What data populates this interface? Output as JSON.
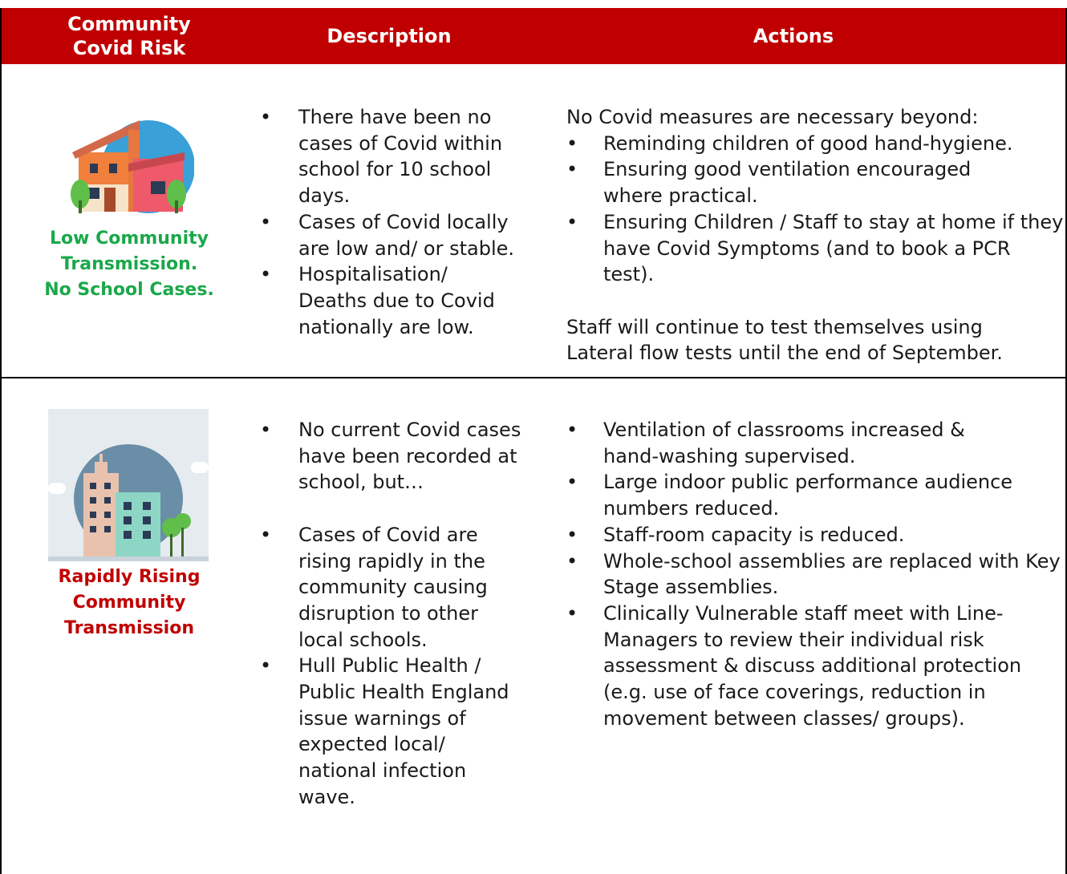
{
  "header": {
    "col1": "Community Covid Risk",
    "col2": "Description",
    "col3": "Actions"
  },
  "rows": [
    {
      "icon": "house-icon",
      "risk_label": [
        "Low Community",
        "Transmission.",
        "No School Cases."
      ],
      "risk_color": "#1aa84a",
      "description": [
        "There have been no cases of Covid within school for 10 school days.",
        "Cases of Covid locally are low and/ or stable.",
        "Hospitalisation/ Deaths due to Covid nationally are low."
      ],
      "actions_intro": "No Covid measures are necessary beyond:",
      "actions": [
        "Reminding children of good hand-hygiene.",
        "Ensuring good ventilation encouraged where practical.",
        "Ensuring Children / Staff to stay at home if they have Covid Symptoms (and to book a PCR test)."
      ],
      "actions_outro": "Staff will continue to test themselves using Lateral flow tests until the end of September."
    },
    {
      "icon": "city-night-icon",
      "risk_label": [
        "Rapidly Rising",
        "Community",
        "Transmission"
      ],
      "risk_color": "#c00000",
      "description": [
        "No current Covid cases have been recorded at school, but…",
        "Cases of Covid are rising rapidly in the community causing disruption to other local schools.",
        "Hull Public Health / Public Health England issue warnings of expected local/ national infection wave."
      ],
      "actions": [
        "Ventilation of classrooms increased & hand-washing supervised.",
        "Large indoor public performance audience numbers reduced.",
        "Staff-room capacity is reduced.",
        "Whole-school assemblies are replaced with Key Stage assemblies.",
        "Clinically Vulnerable staff meet with Line-Managers to review their individual risk assessment & discuss additional protection (e.g. use of face coverings, reduction in movement between classes/ groups)."
      ]
    }
  ],
  "colors": {
    "header_bg": "#c00000",
    "header_text": "#ffffff",
    "green": "#1aa84a",
    "red": "#c00000"
  }
}
